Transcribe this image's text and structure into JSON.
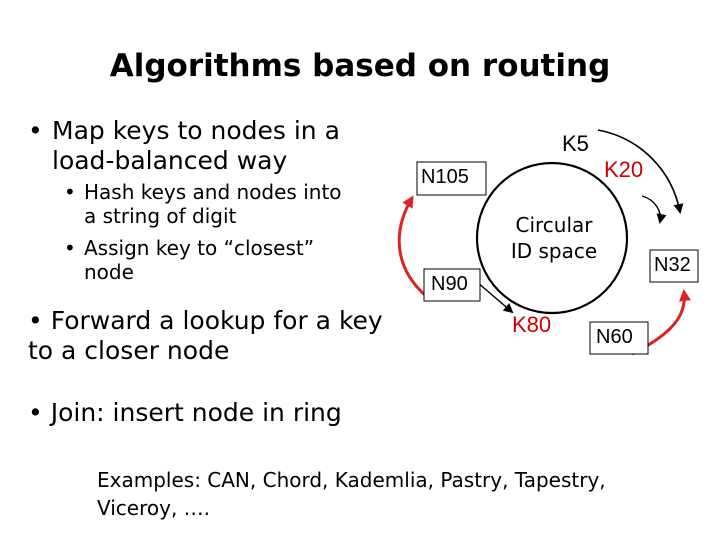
{
  "title": "Algorithms based on routing",
  "bullets": {
    "b1": [
      "Map keys to nodes in a",
      "load-balanced way"
    ],
    "sub1": [
      "Hash keys and nodes into",
      "a string of digit"
    ],
    "sub2": [
      "Assign key to “closest”",
      "node"
    ],
    "b2": [
      "Forward a lookup for a key",
      "to a closer node"
    ],
    "b3": "Join: insert node in ring"
  },
  "bullet_glyph": "•",
  "diagram": {
    "center_label": [
      "Circular",
      "ID space"
    ],
    "nodes": {
      "k5": "K5",
      "k20": "K20",
      "n105": "N105",
      "n32": "N32",
      "n90": "N90",
      "k80": "K80",
      "n60": "N60"
    },
    "colors": {
      "k80": "#cc0000",
      "red_arrow": "#dd2222",
      "ring": "#000000"
    }
  },
  "examples": [
    "Examples: CAN, Chord, Kademlia, Pastry, Tapestry,",
    "Viceroy, …."
  ]
}
